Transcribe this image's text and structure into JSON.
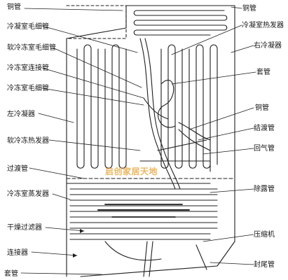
{
  "labels_left": [
    {
      "key": "tong_guan_top",
      "text": "铜管"
    },
    {
      "key": "leng_cang_mao_xi_1",
      "text": "冷凝室毛细管"
    },
    {
      "key": "ruan_leng_dong_mao_xi",
      "text": "软冷冻室毛细管"
    },
    {
      "key": "leng_dong_lian_jie",
      "text": "冷冻室连接管"
    },
    {
      "key": "leng_cang_mao_xi_2",
      "text": "冷冻室毛细管"
    },
    {
      "key": "zuo_leng_ning",
      "text": "左冷凝器"
    },
    {
      "key": "ruan_leng_dong_zheng_fa",
      "text": "软冷冻热发器"
    },
    {
      "key": "guo_du_guan",
      "text": "过渡管"
    },
    {
      "key": "leng_dong_zheng_fa",
      "text": "冷冻室蒸发器"
    },
    {
      "key": "gan_zao_guo_lv",
      "text": "干燥过滤器"
    },
    {
      "key": "lian_jie_qi",
      "text": "连接器"
    },
    {
      "key": "tao_guan_left",
      "text": "套管"
    }
  ],
  "labels_right": [
    {
      "key": "tong_guan_r1",
      "text": "铜管"
    },
    {
      "key": "leng_cang_re_fa",
      "text": "冷凝室热发器"
    },
    {
      "key": "you_leng_ning",
      "text": "右冷凝器"
    },
    {
      "key": "tao_guan_right",
      "text": "套管"
    },
    {
      "key": "tong_guan_r2",
      "text": "铜管"
    },
    {
      "key": "guo_du_guan_r",
      "text": "结渡管"
    },
    {
      "key": "hui_qi_guan",
      "text": "回气管"
    },
    {
      "key": "chu_lu_guan",
      "text": "除露管"
    },
    {
      "key": "ya_suo_ji",
      "text": "压缩机"
    },
    {
      "key": "feng_wei_guan",
      "text": "封尾管"
    }
  ],
  "watermark": "启创家居天地",
  "colors": {
    "line": "#1e1e1e",
    "text": "#141414",
    "watermark": "#e7a43a",
    "background": "#ffffff"
  }
}
